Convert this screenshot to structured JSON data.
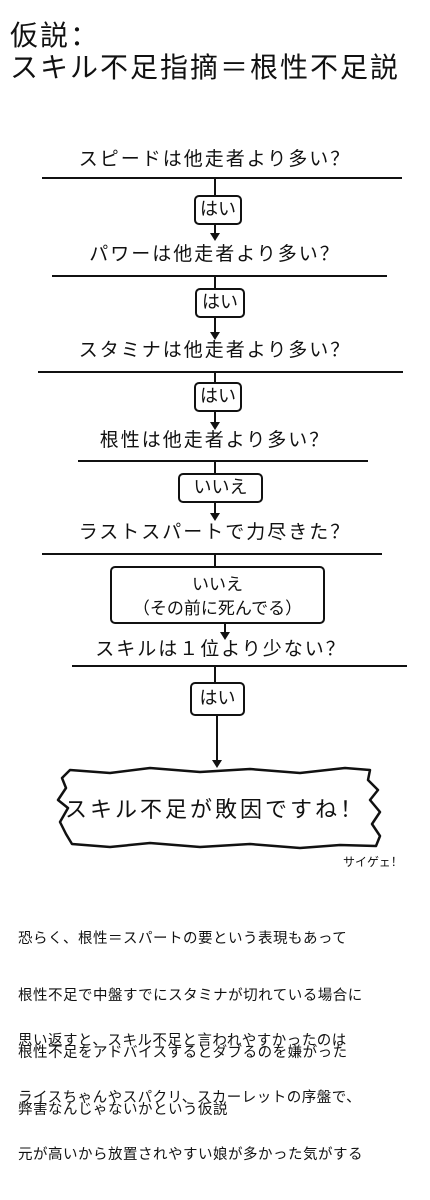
{
  "title": {
    "line1": "仮説：",
    "line2": "スキル不足指摘＝根性不足説"
  },
  "flowchart": {
    "q1": "スピードは他走者より多い？",
    "a1": "はい",
    "q2": "パワーは他走者より多い？",
    "a2": "はい",
    "q3": "スタミナは他走者より多い？",
    "a3": "はい",
    "q4": "根性は他走者より多い？",
    "a4": "いいえ",
    "q5": "ラストスパートで力尽きた？",
    "a5_line1": "いいえ",
    "a5_line2": "（その前に死んでる）",
    "q6": "スキルは１位より少ない？",
    "a6": "はい",
    "conclusion": "スキル不足が敗因ですね！",
    "signature": "サイゲェ！"
  },
  "paragraph1": [
    "恐らく、根性＝スパートの要という表現もあって",
    "根性不足で中盤すでにスタミナが切れている場合に",
    "根性不足をアドバイスするとダブるのを嫌がった",
    "弊害なんじゃないかという仮説"
  ],
  "paragraph2": [
    "思い返すと、スキル不足と言われやすかったのは",
    "ライスちゃんやスパクリ、スカーレットの序盤で、",
    "元が高いから放置されやすい娘が多かった気がする"
  ]
}
